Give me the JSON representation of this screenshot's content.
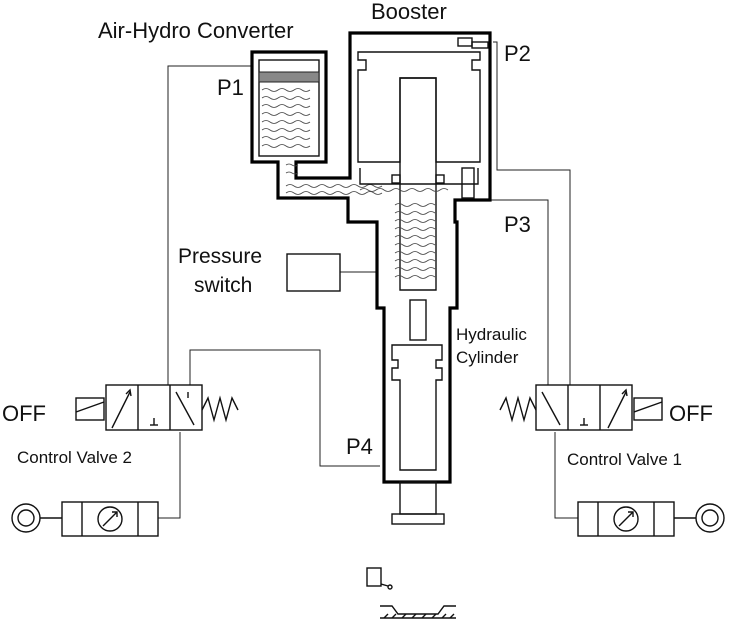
{
  "labels": {
    "booster": "Booster",
    "air_hydro_converter": "Air-Hydro Converter",
    "p1": "P1",
    "p2": "P2",
    "p3": "P3",
    "p4": "P4",
    "pressure_switch_line1": "Pressure",
    "pressure_switch_line2": "switch",
    "hydraulic_line1": "Hydraulic",
    "hydraulic_line2": "Cylinder",
    "off_left": "OFF",
    "off_right": "OFF",
    "control_valve_2": "Control Valve 2",
    "control_valve_1": "Control Valve 1"
  }
}
